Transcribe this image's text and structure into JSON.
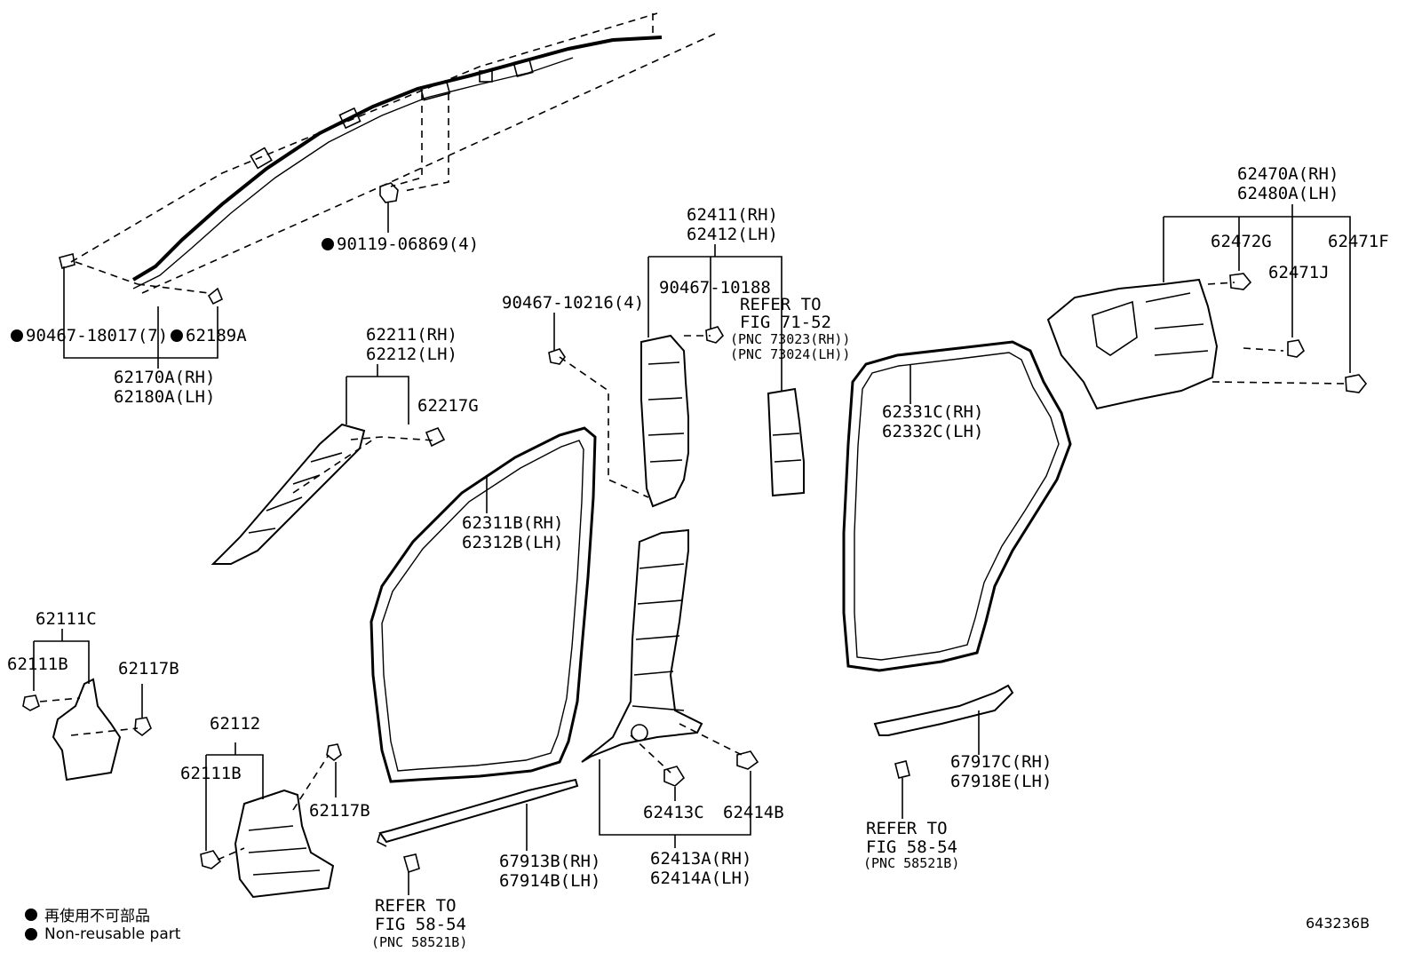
{
  "labels": {
    "p62170A": "62170A(RH)",
    "p62180A": "62180A(LH)",
    "p90467_18017": "90467-18017(7)",
    "p62189A": "62189A",
    "p90119": "90119-06869(4)",
    "p62211": "62211(RH)",
    "p62212": "62212(LH)",
    "p62217G": "62217G",
    "p62411": "62411(RH)",
    "p62412": "62412(LH)",
    "p90467_10188": "90467-10188",
    "p90467_10216": "90467-10216(4)",
    "refer_71_1": "REFER TO",
    "refer_71_2": "FIG 71-52",
    "refer_71_3": "(PNC 73023(RH))",
    "refer_71_4": "(PNC 73024(LH))",
    "p62470A": "62470A(RH)",
    "p62480A": "62480A(LH)",
    "p62472G": "62472G",
    "p62471J": "62471J",
    "p62471F": "62471F",
    "p62311B": "62311B(RH)",
    "p62312B": "62312B(LH)",
    "p62331C": "62331C(RH)",
    "p62332C": "62332C(LH)",
    "p62111C": "62111C",
    "p62111B_a": "62111B",
    "p62117B_a": "62117B",
    "p62112": "62112",
    "p62111B_b": "62111B",
    "p62117B_b": "62117B",
    "p67913B": "67913B(RH)",
    "p67914B": "67914B(LH)",
    "refer_58a_1": "REFER TO",
    "refer_58a_2": "FIG 58-54",
    "refer_58a_3": "(PNC 58521B)",
    "p62413C": "62413C",
    "p62414B": "62414B",
    "p62413A": "62413A(RH)",
    "p62414A": "62414A(LH)",
    "p67917C": "67917C(RH)",
    "p67918E": "67918E(LH)",
    "refer_58b_1": "REFER TO",
    "refer_58b_2": "FIG 58-54",
    "refer_58b_3": "(PNC 58521B)"
  },
  "legend": {
    "jp": "再使用不可部品",
    "en": "Non-reusable part"
  },
  "figure_id": "643236B"
}
